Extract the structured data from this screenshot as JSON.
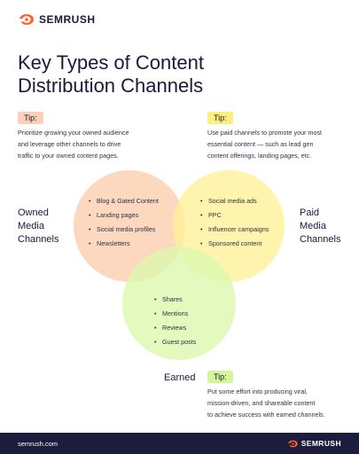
{
  "brand": {
    "name": "SEMRUSH",
    "accent": "#ff642d"
  },
  "title": {
    "line1": "Key Types of Content",
    "line2": "Distribution Channels"
  },
  "tips": {
    "owned": {
      "badge": "Tip:",
      "lines": [
        "Prioritize growing your owned audience",
        "and leverage other channels to drive",
        "traffic to your owned content pages."
      ],
      "color": "#fbd0b6"
    },
    "paid": {
      "badge": "Tip:",
      "lines": [
        "Use paid channels to promote your most",
        "essential content — such as lead gen",
        "content offerings, landing pages, etc."
      ],
      "color": "#fcef7d"
    },
    "earned": {
      "badge": "Tip:",
      "lines": [
        "Put some effort into producing viral,",
        "mission-driven, and shareable content",
        "to achieve success with earned channels."
      ],
      "color": "#d6f59a"
    }
  },
  "channels": {
    "owned": {
      "label_lines": [
        "Owned",
        "Media",
        "Channels"
      ],
      "items": [
        "Blog & Gated Content",
        "Landing pages",
        "Social media profiles",
        "Newsletters"
      ],
      "color": "#fcd1b4"
    },
    "paid": {
      "label_lines": [
        "Paid",
        "Media",
        "Channels"
      ],
      "items": [
        "Social media ads",
        "PPC",
        "Influencer campaigns",
        "Sponsored content"
      ],
      "color": "#fef19a"
    },
    "earned": {
      "label_lines": [
        "Earned"
      ],
      "items": [
        "Shares",
        "Mentions",
        "Reviews",
        "Guest posts"
      ],
      "color": "#dcf7ae"
    }
  },
  "footer": {
    "url": "semrush.com",
    "brand": "SEMRUSH"
  }
}
